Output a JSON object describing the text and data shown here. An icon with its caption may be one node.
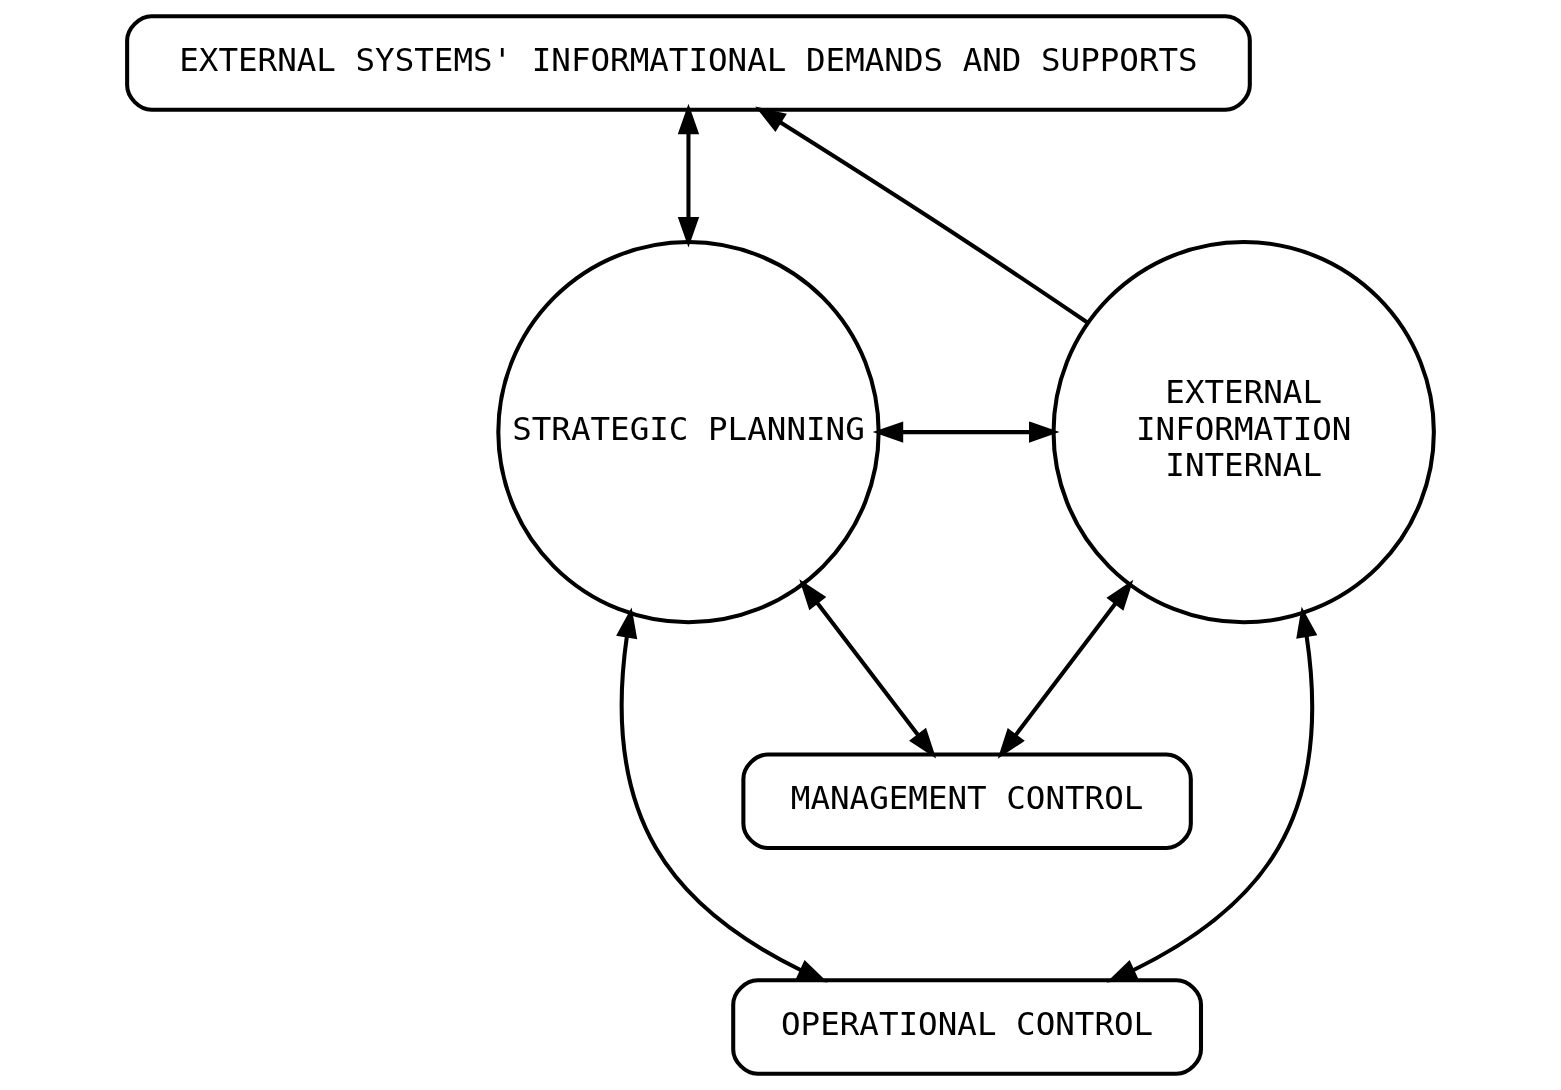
{
  "diagram": {
    "nodes": [
      {
        "text": [
          "EXTERNAL SYSTEMS' INFORMATIONAL DEMANDS AND SUPPORTS"
        ]
      },
      {
        "text": [
          "STRATEGIC PLANNING"
        ]
      },
      {
        "text": [
          "EXTERNAL",
          "INFORMATION",
          "INTERNAL"
        ]
      },
      {
        "text": [
          "MANAGEMENT CONTROL"
        ]
      },
      {
        "text": [
          "OPERATIONAL CONTROL"
        ]
      }
    ],
    "edges": [
      {
        "from": 0,
        "to": 1,
        "arrow": "both"
      },
      {
        "from": 2,
        "to": 0,
        "arrow": "to"
      },
      {
        "from": 1,
        "to": 2,
        "arrow": "both"
      },
      {
        "from": 1,
        "to": 3,
        "arrow": "both"
      },
      {
        "from": 3,
        "to": 2,
        "arrow": "both"
      },
      {
        "from": 1,
        "to": 4,
        "arrow": "both"
      },
      {
        "from": 4,
        "to": 2,
        "arrow": "both"
      }
    ]
  }
}
